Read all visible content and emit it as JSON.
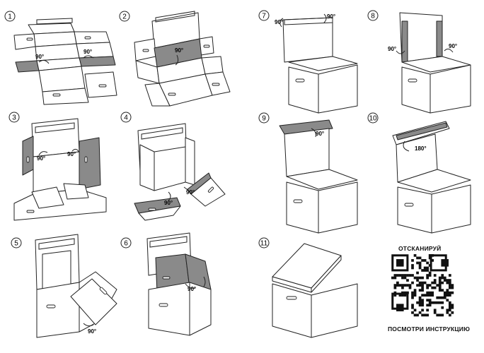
{
  "steps": [
    {
      "number": "1",
      "angles": [
        "90°",
        "90°"
      ]
    },
    {
      "number": "2",
      "angles": [
        "90°"
      ]
    },
    {
      "number": "3",
      "angles": [
        "90°",
        "90°"
      ]
    },
    {
      "number": "4",
      "angles": [
        "90°",
        "90°"
      ]
    },
    {
      "number": "5",
      "angles": [
        "90°"
      ]
    },
    {
      "number": "6",
      "angles": [
        "90°"
      ]
    },
    {
      "number": "7",
      "angles": [
        "90°",
        "90°"
      ]
    },
    {
      "number": "8",
      "angles": [
        "90°",
        "90°"
      ]
    },
    {
      "number": "9",
      "angles": [
        "90°"
      ]
    },
    {
      "number": "10",
      "angles": [
        "180°"
      ]
    },
    {
      "number": "11",
      "angles": []
    }
  ],
  "qr": {
    "top_label": "ОТСКАНИРУЙ",
    "bottom_label": "ПОСМОТРИ ИНСТРУКЦИЮ"
  },
  "colors": {
    "line": "#222222",
    "fold_fill": "#8a8a8a",
    "paper": "#ffffff"
  }
}
